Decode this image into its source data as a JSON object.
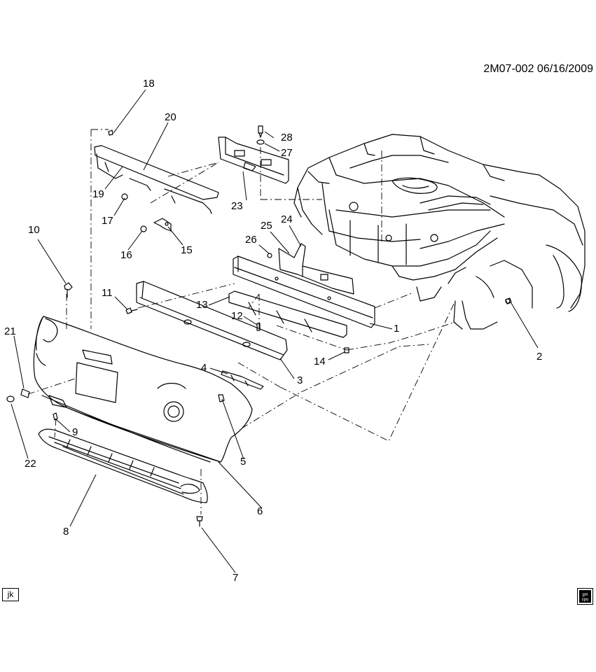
{
  "diagram": {
    "header": "2M07-002  06/16/2009",
    "corner_tag": "jk",
    "logo_text_top": "gm",
    "logo_text_bottom": "spo",
    "callouts": {
      "c1": "1",
      "c2": "2",
      "c3": "3",
      "c4": "4",
      "c5": "5",
      "c6": "6",
      "c7": "7",
      "c8": "8",
      "c9": "9",
      "c10": "10",
      "c11": "11",
      "c12": "12",
      "c13": "13",
      "c14": "14",
      "c15": "15",
      "c16": "16",
      "c17": "17",
      "c18": "18",
      "c19": "19",
      "c20": "20",
      "c21": "21",
      "c22": "22",
      "c23": "23",
      "c24": "24",
      "c25": "25",
      "c26": "26",
      "c27": "27",
      "c28": "28"
    },
    "line_color": "#000000",
    "background": "#ffffff"
  }
}
